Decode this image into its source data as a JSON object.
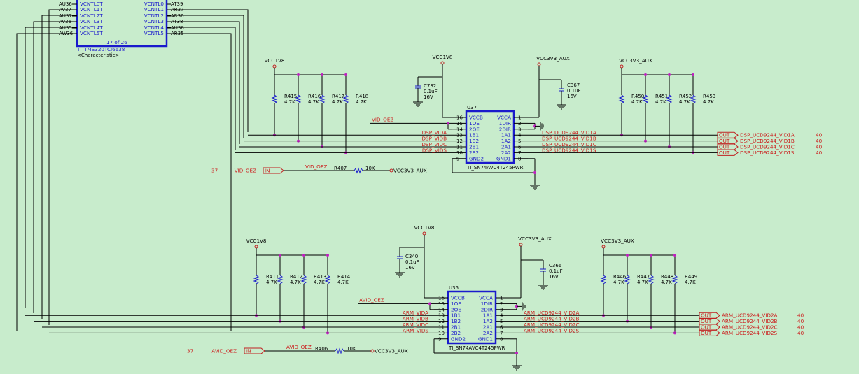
{
  "top_chip": {
    "left_pins": [
      "AU36",
      "AV37",
      "AU37",
      "AV36",
      "AU35",
      "AW36"
    ],
    "left_names": [
      "VCNTL0T",
      "VCNTL1T",
      "VCNTL2T",
      "VCNTL3T",
      "VCNTL4T",
      "VCNTL5T"
    ],
    "right_pins": [
      "AT39",
      "AR37",
      "AR36",
      "AT38",
      "AU38",
      "AR35"
    ],
    "right_names": [
      "VCNTL0",
      "VCNTL1",
      "VCNTL2",
      "VCNTL3",
      "VCNTL4",
      "VCNTL5"
    ],
    "page": "17 of 26",
    "part": "TI_TMS320TCI6638",
    "char": "<Characteristic>"
  },
  "u37": {
    "ref": "U37",
    "part": "TI_SN74AVC4T245PWR",
    "left_names": [
      "VCCB",
      "1OE",
      "2OE",
      "1B1",
      "1B2",
      "2B1",
      "2B2",
      "GND2"
    ],
    "left_pins": [
      "16",
      "15",
      "14",
      "13",
      "12",
      "11",
      "10",
      "9"
    ],
    "right_names": [
      "VCCA",
      "1DIR",
      "2DIR",
      "1A1",
      "1A2",
      "2A1",
      "2A2",
      "GND1"
    ],
    "right_pins": [
      "1",
      "2",
      "3",
      "4",
      "5",
      "6",
      "7",
      "8"
    ],
    "oe_net": "VID_OEZ",
    "b_nets": [
      "DSP_VIDA",
      "DSP_VIDB",
      "DSP_VIDC",
      "DSP_VIDS"
    ],
    "a_nets": [
      "DSP_UCD9244_VID1A",
      "DSP_UCD9244_VID1B",
      "DSP_UCD9244_VID1C",
      "DSP_UCD9244_VID1S"
    ],
    "cap_vccb": {
      "ref": "C732",
      "val": "0.1uF",
      "v": "16V",
      "rail": "VCC1V8"
    },
    "cap_vcca": {
      "ref": "C367",
      "val": "0.1uF",
      "v": "16V",
      "rail": "VCC3V3_AUX"
    },
    "res_left": {
      "rail": "VCC1V8",
      "refs": [
        "R415",
        "R416",
        "R417",
        "R418"
      ],
      "val": "4.7K"
    },
    "res_right": {
      "rail": "VCC3V3_AUX",
      "refs": [
        "R450",
        "R451",
        "R452",
        "R453"
      ],
      "val": "4.7K"
    },
    "out_label": "OUT",
    "out_nets": [
      "DSP_UCD9244_VID1A",
      "DSP_UCD9244_VID1B",
      "DSP_UCD9244_VID1C",
      "DSP_UCD9244_VID1S"
    ],
    "page_ref": "40",
    "oe_page": "37",
    "oe_port_net": "VID_OEZ",
    "in_label": "IN",
    "oe_res": {
      "ref": "R407",
      "val": "10K",
      "rail": "VCC3V3_AUX"
    }
  },
  "u35": {
    "ref": "U35",
    "part": "TI_SN74AVC4T245PWR",
    "left_names": [
      "VCCB",
      "1OE",
      "2OE",
      "1B1",
      "1B2",
      "2B1",
      "2B2",
      "GND2"
    ],
    "left_pins": [
      "16",
      "15",
      "14",
      "13",
      "12",
      "11",
      "10",
      "9"
    ],
    "right_names": [
      "VCCA",
      "1DIR",
      "2DIR",
      "1A1",
      "1A2",
      "2A1",
      "2A2",
      "GND1"
    ],
    "right_pins": [
      "1",
      "2",
      "3",
      "4",
      "5",
      "6",
      "7",
      "8"
    ],
    "oe_net": "AVID_OEZ",
    "b_nets": [
      "ARM_VIDA",
      "ARM_VIDB",
      "ARM_VIDC",
      "ARM_VIDS"
    ],
    "a_nets": [
      "ARM_UCD9244_VID2A",
      "ARM_UCD9244_VID2B",
      "ARM_UCD9244_VID2C",
      "ARM_UCD9244_VID2S"
    ],
    "cap_vccb": {
      "ref": "C340",
      "val": "0.1uF",
      "v": "16V",
      "rail": "VCC1V8"
    },
    "cap_vcca": {
      "ref": "C366",
      "val": "0.1uF",
      "v": "16V",
      "rail": "VCC3V3_AUX"
    },
    "res_left": {
      "rail": "VCC1V8",
      "refs": [
        "R411",
        "R412",
        "R413",
        "R414"
      ],
      "val": "4.7K"
    },
    "res_right": {
      "rail": "VCC3V3_AUX",
      "refs": [
        "R446",
        "R447",
        "R448",
        "R449"
      ],
      "val": "4.7K"
    },
    "out_label": "OUT",
    "out_nets": [
      "ARM_UCD9244_VID2A",
      "ARM_UCD9244_VID2B",
      "ARM_UCD9244_VID2C",
      "ARM_UCD9244_VID2S"
    ],
    "page_ref": "40",
    "oe_page": "37",
    "oe_port_net": "AVID_OEZ",
    "in_label": "IN",
    "oe_res": {
      "ref": "R406",
      "val": "10K",
      "rail": "VCC3V3_AUX"
    }
  }
}
